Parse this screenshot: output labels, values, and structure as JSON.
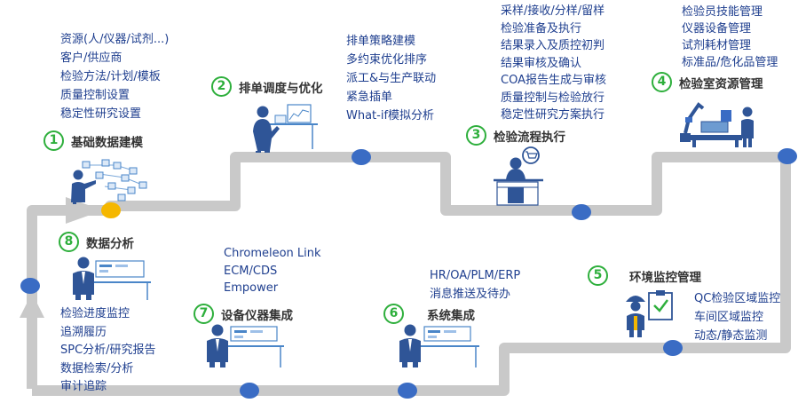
{
  "stages": [
    {
      "num": "1",
      "title": "基础数据建模",
      "items": [
        "资源(人/仪器/试剂...)",
        "客户/供应商",
        "检验方法/计划/模板",
        "质量控制设置",
        "稳定性研究设置"
      ]
    },
    {
      "num": "2",
      "title": "排单调度与优化",
      "items": [
        "排单策略建模",
        "多约束优化排序",
        "派工&与生产联动",
        "紧急插单",
        "What-if模拟分析"
      ]
    },
    {
      "num": "3",
      "title": "检验流程执行",
      "items": [
        "采样/接收/分样/留样",
        "检验准备及执行",
        "结果录入及质控初判",
        "结果审核及确认",
        "COA报告生成与审核",
        "质量控制与检验放行",
        "稳定性研究方案执行"
      ]
    },
    {
      "num": "4",
      "title": "检验室资源管理",
      "items": [
        "检验员技能管理",
        "仪器设备管理",
        "试剂耗材管理",
        "标准品/危化品管理"
      ]
    },
    {
      "num": "5",
      "title": "环境监控管理",
      "items": [
        "QC检验区域监控",
        "车间区域监控",
        "动态/静态监测"
      ]
    },
    {
      "num": "6",
      "title": "系统集成",
      "items": [
        "HR/OA/PLM/ERP",
        "消息推送及待办"
      ]
    },
    {
      "num": "7",
      "title": "设备仪器集成",
      "items": [
        "Chromeleon Link",
        "ECM/CDS",
        "Empower"
      ]
    },
    {
      "num": "8",
      "title": "数据分析",
      "items": [
        "检验进度监控",
        "追溯履历",
        "SPC分析/研究报告",
        "数据检索/分析",
        "审计追踪"
      ]
    }
  ],
  "colors": {
    "track": "#c9c9c9",
    "node": "#3a6cc4",
    "start": "#f5b700",
    "number": "#2eaf3c",
    "text": "#1f3f8f",
    "title": "#333333"
  },
  "icons": [
    "modeling-person-icon",
    "scheduling-person-icon",
    "operator-cart-icon",
    "robot-lab-icon",
    "inspector-clipboard-icon",
    "integration-person-icon",
    "instrument-person-icon",
    "analyst-person-icon"
  ]
}
